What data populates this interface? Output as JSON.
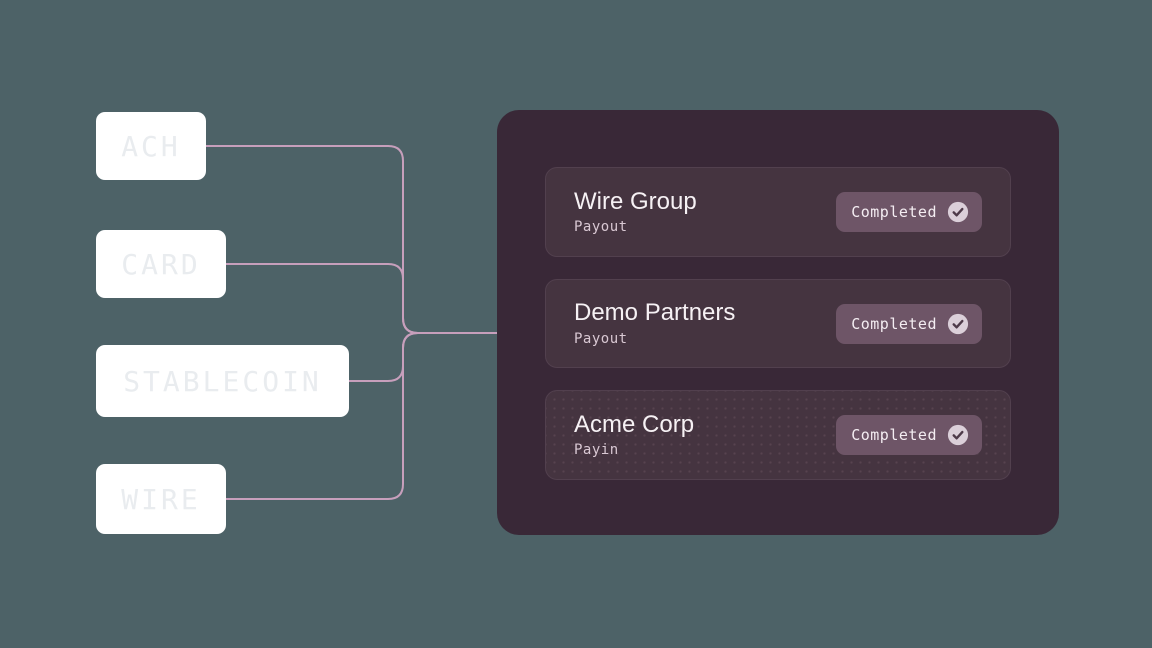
{
  "diagram": {
    "rails": [
      {
        "label": "ACH"
      },
      {
        "label": "CARD"
      },
      {
        "label": "STABLECOIN"
      },
      {
        "label": "WIRE"
      }
    ],
    "panel": {
      "transactions": [
        {
          "name": "Wire Group",
          "type": "Payout",
          "status": "Completed"
        },
        {
          "name": "Demo Partners",
          "type": "Payout",
          "status": "Completed"
        },
        {
          "name": "Acme Corp",
          "type": "Payin",
          "status": "Completed"
        }
      ]
    }
  },
  "colors": {
    "page-bg": "#4d6267",
    "panel-bg": "#392837",
    "card-bg": "#453440",
    "card-border": "#52404e",
    "badge-bg": "#6e5567",
    "badge-text": "#f4edf2",
    "check-circle": "#dbcfd9",
    "check-mark": "#4e3a49",
    "title-text": "#f6f1f4",
    "subtitle-text": "#d9c8d3",
    "connector": "#c79fbc",
    "rail-box-bg": "#ffffff",
    "rail-label": "#e9ecef"
  }
}
